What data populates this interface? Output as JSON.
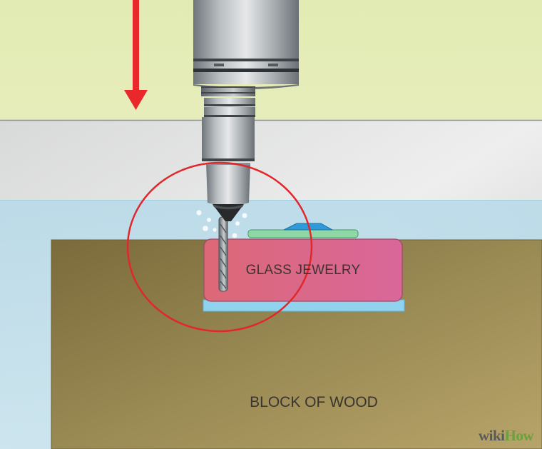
{
  "labels": {
    "glass": "GLASS JEWELRY",
    "wood": "BLOCK OF WOOD"
  },
  "watermark": {
    "part_a": "wiki",
    "part_b": "How"
  },
  "icons": [
    "down-arrow-icon",
    "highlight-circle-icon",
    "water-bubble-icon"
  ],
  "colors": {
    "background": "#e8efc0",
    "arrow": "#e8282a",
    "circle": "#e2262b",
    "water": "#b9dbe8",
    "wood": "#8a7a48",
    "glass": "#dd6f86",
    "drill_body": "#9aa0a4"
  }
}
